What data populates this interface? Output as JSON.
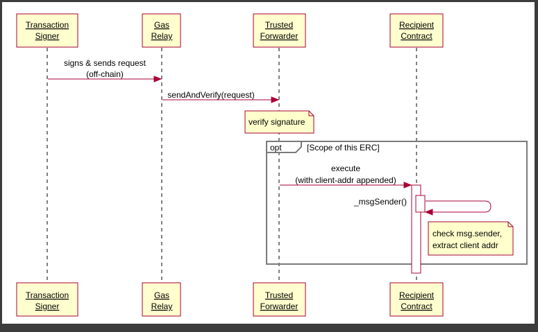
{
  "participants": [
    {
      "line1": "Transaction",
      "line2": "Signer"
    },
    {
      "line1": "Gas",
      "line2": "Relay"
    },
    {
      "line1": "Trusted",
      "line2": "Forwarder"
    },
    {
      "line1": "Recipient",
      "line2": "Contract"
    }
  ],
  "messages": [
    {
      "line1": "signs & sends request",
      "line2": "(off-chain)"
    },
    {
      "line1": "sendAndVerify(request)"
    },
    {
      "line1": "execute",
      "line2": "(with client-addr appended)"
    },
    {
      "line1": "_msgSender()"
    }
  ],
  "notes": {
    "verify": "verify signature",
    "check_line1": "check msg.sender,",
    "check_line2": "extract client addr"
  },
  "fragment": {
    "keyword": "opt",
    "guard": "[Scope of this ERC]"
  },
  "colors": {
    "border": "#a80036",
    "participant_fill": "#fefece",
    "note_fill": "#ffffcc",
    "fragment_border": "#7a7a7a"
  }
}
